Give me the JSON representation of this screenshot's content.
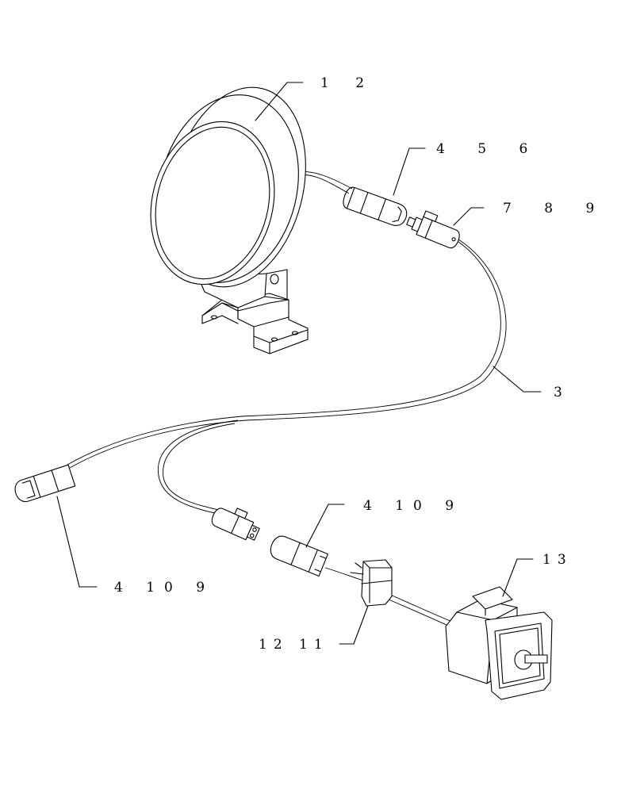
{
  "callouts": {
    "lamp": "1 2",
    "connector_top": "4 5 6",
    "plug_top": "7 8 9",
    "harness": "3",
    "connector_left": "4 10 9",
    "connector_mid": "4 10 9",
    "switch": "13",
    "clip": "12 11"
  }
}
